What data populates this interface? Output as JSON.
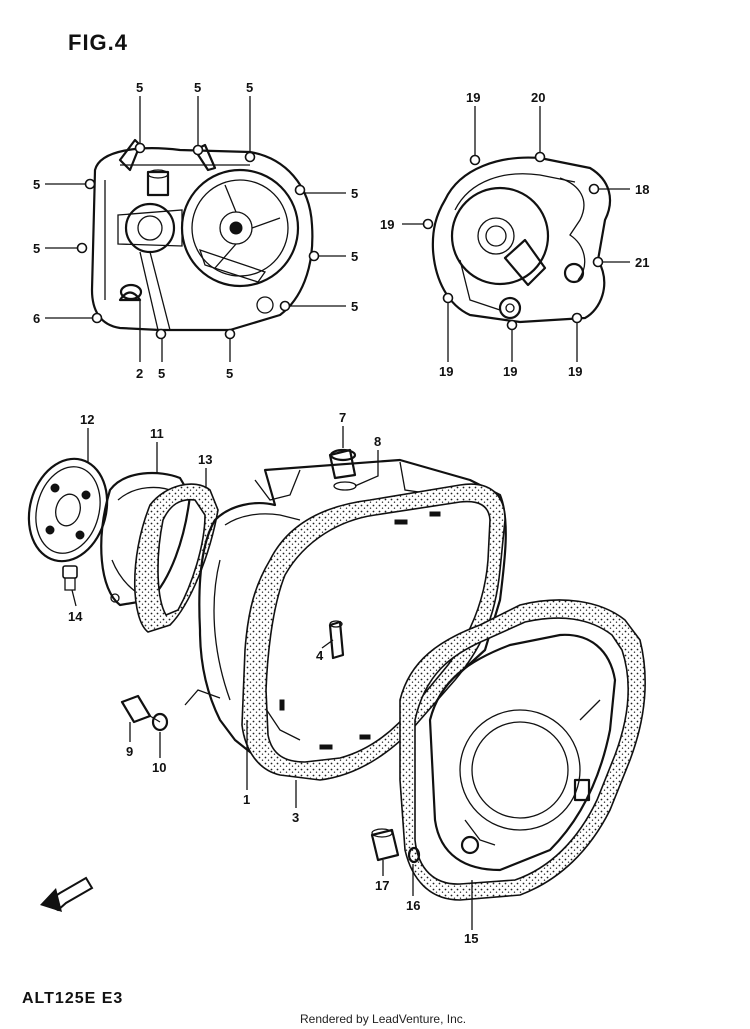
{
  "figure": {
    "title": "FIG.4",
    "model": "ALT125E E3",
    "credit": "Rendered by LeadVenture, Inc."
  },
  "callouts": [
    "1",
    "2",
    "3",
    "4",
    "5",
    "6",
    "7",
    "8",
    "9",
    "10",
    "11",
    "12",
    "13",
    "14",
    "15",
    "16",
    "17",
    "18",
    "19",
    "20",
    "21"
  ],
  "icons": {
    "fwd_arrow": "fwd-arrow-icon"
  }
}
